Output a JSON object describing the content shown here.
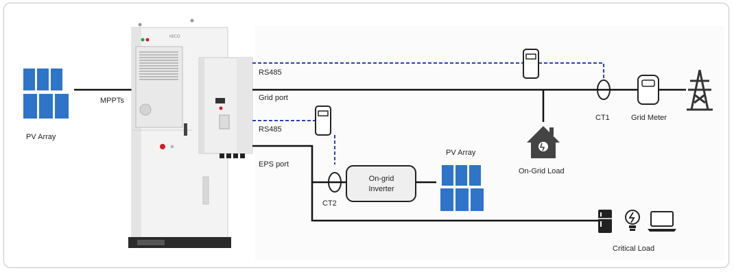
{
  "labels": {
    "pv_array_left": "PV Array",
    "mppts": "MPPTs",
    "rs485_top": "RS485",
    "grid_port": "Grid port",
    "rs485_mid": "RS485",
    "eps_port": "EPS port",
    "ct1": "CT1",
    "grid_meter": "Grid Meter",
    "on_grid_load": "On-Grid Load",
    "pv_array_right": "PV Array",
    "inverter_line1": "On-grid",
    "inverter_line2": "Inverter",
    "ct2": "CT2",
    "critical_load": "Critical Load",
    "cabinet_brand": "MICO"
  },
  "colors": {
    "wire": "#111111",
    "comm_wire": "#2b3fb8",
    "solar_panel": "#2e74c9",
    "cabinet": "#f2f2f2",
    "cabinet_shadow": "#d6d6d6",
    "emergency_button": "#d21f1f",
    "inverter_box": "#efefef"
  },
  "icons": [
    "solar-panel-icon",
    "energy-meter-icon",
    "current-transformer-icon",
    "transmission-tower-icon",
    "house-load-icon",
    "fridge-icon",
    "bulb-icon",
    "laptop-icon"
  ]
}
